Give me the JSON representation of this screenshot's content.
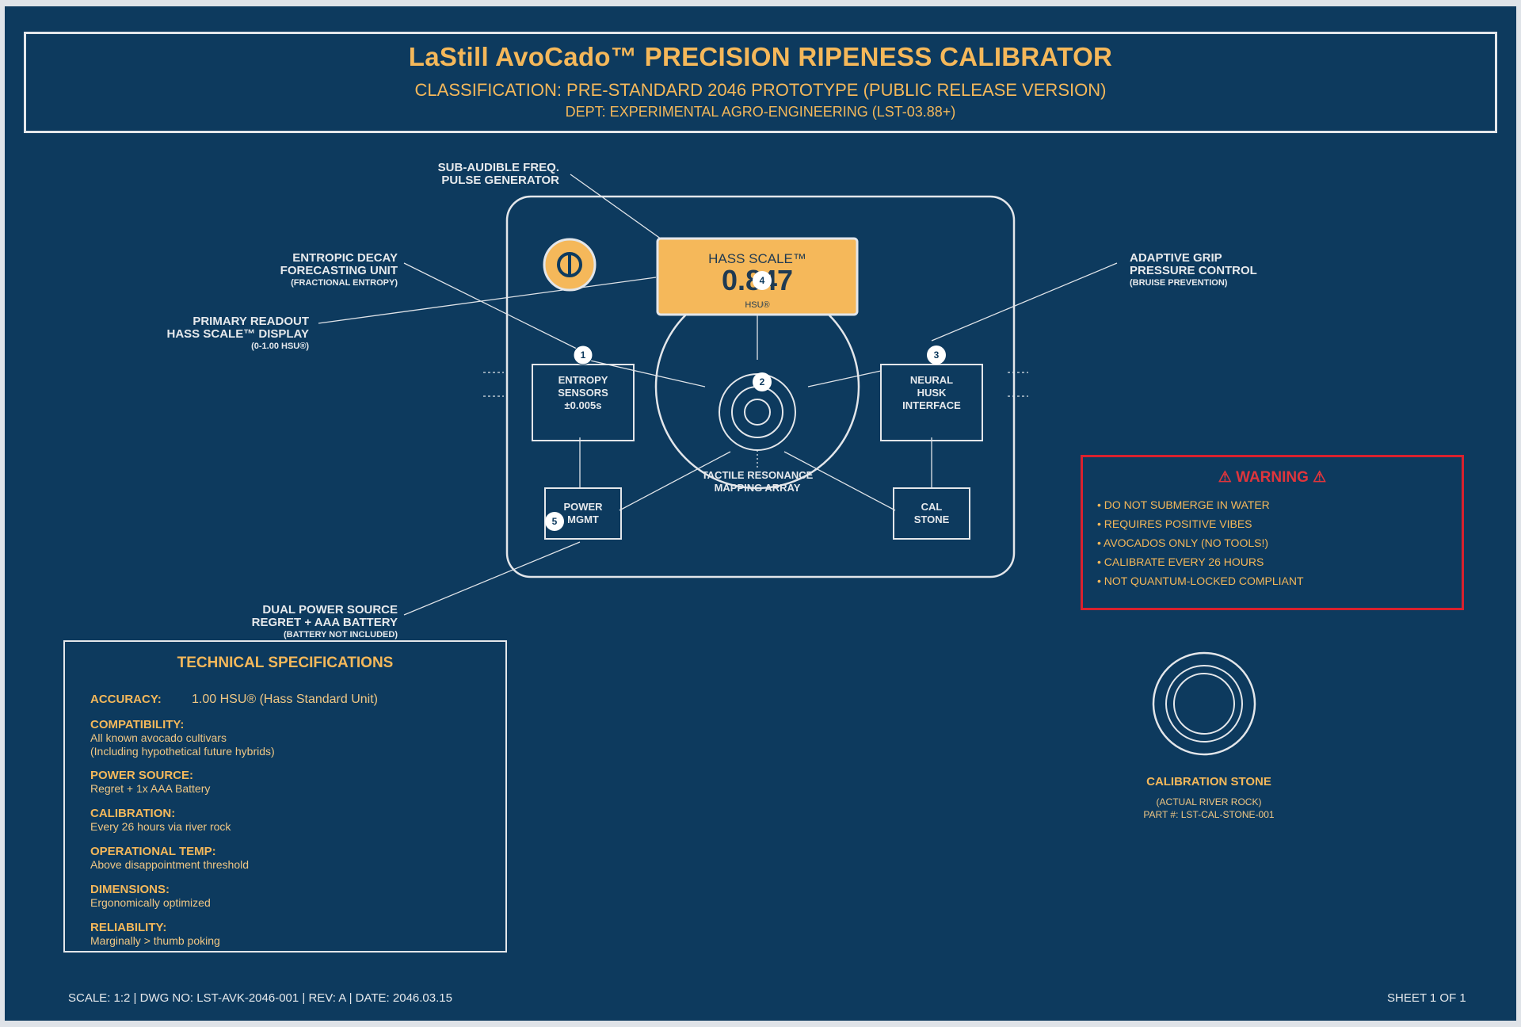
{
  "header": {
    "title": "LaStill AvoCado™ PRECISION RIPENESS CALIBRATOR",
    "classification": "CLASSIFICATION: PRE-STANDARD 2046 PROTOTYPE (PUBLIC RELEASE VERSION)",
    "dept": "DEPT: EXPERIMENTAL AGRO-ENGINEERING (LST-03.88+)"
  },
  "display": {
    "scale_label": "HASS SCALE™",
    "value": "0.847",
    "unit": "HSU®"
  },
  "power_icon": "power-symbol-icon",
  "callouts": {
    "pulse_generator": [
      "SUB-AUDIBLE FREQ.",
      "PULSE GENERATOR"
    ],
    "entropic_decay": [
      "ENTROPIC DECAY",
      "FORECASTING UNIT"
    ],
    "entropic_decay_sub": "(FRACTIONAL ENTROPY)",
    "primary_readout": [
      "PRIMARY READOUT",
      "HASS SCALE™ DISPLAY"
    ],
    "primary_readout_sub": "(0-1.00 HSU®)",
    "adaptive_grip": [
      "ADAPTIVE GRIP",
      "PRESSURE CONTROL"
    ],
    "adaptive_grip_sub": "(BRUISE PREVENTION)",
    "dual_power": [
      "DUAL POWER SOURCE",
      "REGRET + AAA BATTERY"
    ],
    "dual_power_sub": "(BATTERY NOT INCLUDED)"
  },
  "components": {
    "entropy_sensors": [
      "ENTROPY",
      "SENSORS",
      "±0.005s"
    ],
    "neural_husk": [
      "NEURAL",
      "HUSK",
      "INTERFACE"
    ],
    "power_mgmt": [
      "POWER",
      "MGMT"
    ],
    "cal_stone": [
      "CAL",
      "STONE"
    ],
    "tactile_array": [
      "TACTILE RESONANCE",
      "MAPPING ARRAY"
    ]
  },
  "markers": [
    "1",
    "2",
    "3",
    "4",
    "5"
  ],
  "specs": {
    "title": "TECHNICAL SPECIFICATIONS",
    "accuracy": {
      "label": "ACCURACY:",
      "value": "1.00 HSU® (Hass Standard Unit)"
    },
    "compatibility": {
      "label": "COMPATIBILITY:",
      "lines": [
        "All known avocado cultivars",
        "(Including hypothetical future hybrids)"
      ]
    },
    "power_source": {
      "label": "POWER SOURCE:",
      "value": "Regret + 1x AAA Battery"
    },
    "calibration": {
      "label": "CALIBRATION:",
      "value": "Every 26 hours via river rock"
    },
    "operational_temp": {
      "label": "OPERATIONAL TEMP:",
      "value": "Above disappointment threshold"
    },
    "dimensions": {
      "label": "DIMENSIONS:",
      "value": "Ergonomically optimized"
    },
    "reliability": {
      "label": "RELIABILITY:",
      "value": "Marginally > thumb poking"
    }
  },
  "warning": {
    "title": "⚠ WARNING ⚠",
    "items": [
      "DO NOT SUBMERGE IN WATER",
      "REQUIRES POSITIVE VIBES",
      "AVOCADOS ONLY (NO TOOLS!)",
      "CALIBRATE EVERY 26 HOURS",
      "NOT QUANTUM-LOCKED COMPLIANT"
    ]
  },
  "calibration_stone": {
    "title": "CALIBRATION STONE",
    "sub1": "(ACTUAL RIVER ROCK)",
    "sub2": "PART #: LST-CAL-STONE-001"
  },
  "footer": {
    "left": "SCALE: 1:2 | DWG NO: LST-AVK-2046-001 | REV: A | DATE: 2046.03.15",
    "right": "SHEET 1 OF 1"
  },
  "colors": {
    "background": "#0d3a5e",
    "accent": "#f5b85a",
    "line": "#e3e6ea",
    "warning": "#d9212e"
  }
}
